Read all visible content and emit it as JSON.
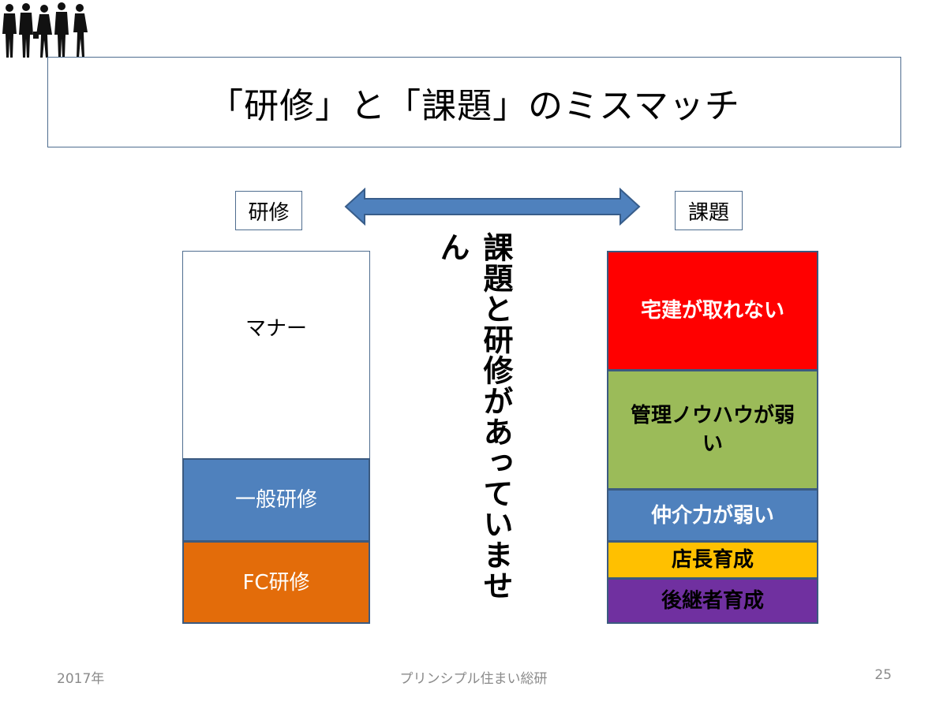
{
  "title": "「研修」と「課題」のミスマッチ",
  "labels": {
    "left": "研修",
    "right": "課題"
  },
  "center_text": "課題と研修があっていません",
  "left_stack": [
    {
      "label": "マナー",
      "color": "#ffffff",
      "text_color": "#000000"
    },
    {
      "label": "一般研修",
      "color": "#4f81bd",
      "text_color": "#ffffff"
    },
    {
      "label": "FC研修",
      "color": "#e36c0a",
      "text_color": "#ffffff"
    }
  ],
  "right_stack": [
    {
      "label": "宅建が取れない",
      "color": "#ff0000",
      "text_color": "#ffffff"
    },
    {
      "label": "管理ノウハウが弱い",
      "color": "#9bbb59",
      "text_color": "#000000"
    },
    {
      "label": "仲介力が弱い",
      "color": "#4f81bd",
      "text_color": "#ffffff"
    },
    {
      "label": "店長育成",
      "color": "#ffc000",
      "text_color": "#000000"
    },
    {
      "label": "後継者育成",
      "color": "#7030a0",
      "text_color": "#000000"
    }
  ],
  "footer": {
    "left": "2017年",
    "center": "プリンシプル住まい総研",
    "right": "25"
  },
  "colors": {
    "arrow_fill": "#4f81bd",
    "arrow_stroke": "#385d8a",
    "frame": "#4f6d8f"
  },
  "icons": {
    "header_image": "businesspeople-silhouettes-icon"
  }
}
